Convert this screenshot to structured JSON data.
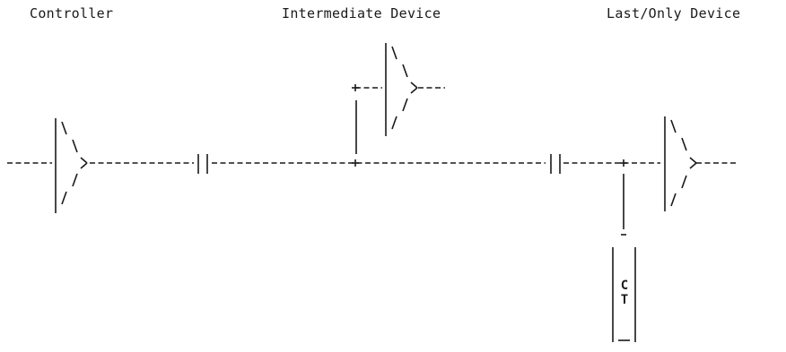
{
  "labels": {
    "controller": "Controller",
    "intermediate": "Intermediate Device",
    "last": "Last/Only Device"
  },
  "terminator": {
    "line1": "C",
    "line2": "T"
  },
  "colors": {
    "ink": "#1a1a1a",
    "background": "#ffffff"
  }
}
